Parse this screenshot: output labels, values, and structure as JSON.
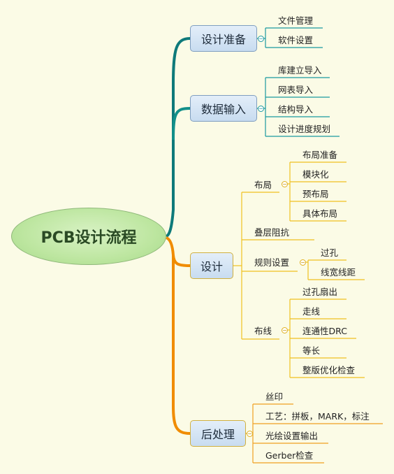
{
  "root": "PCB设计流程",
  "branches": [
    {
      "label": "设计准备",
      "items": [
        "文件管理",
        "软件设置"
      ]
    },
    {
      "label": "数据输入",
      "items": [
        "库建立导入",
        "网表导入",
        "结构导入",
        "设计进度规划"
      ]
    },
    {
      "label": "设计",
      "children": [
        {
          "label": "布局",
          "items": [
            "布局准备",
            "模块化",
            "预布局",
            "具体布局"
          ]
        },
        {
          "label": "叠层阻抗"
        },
        {
          "label": "规则设置",
          "items": [
            "过孔",
            "线宽线距"
          ]
        },
        {
          "label": "布线",
          "items": [
            "过孔扇出",
            "走线",
            "连通性DRC",
            "等长",
            "整版优化检查"
          ]
        }
      ]
    },
    {
      "label": "后处理",
      "items": [
        "丝印",
        "工艺：拼板，MARK，标注",
        "光绘设置输出",
        "Gerber检查"
      ]
    }
  ],
  "toggle_symbol": "−",
  "colors": {
    "background": "#fbfbe6",
    "root_fill": "#bde6a0",
    "trunk_top": "#0e8a84",
    "trunk_bottom": "#f08c00",
    "branch_fill": "#d6e5f4",
    "line_teal": "#1a9aa0",
    "line_yellow": "#f0c020"
  }
}
